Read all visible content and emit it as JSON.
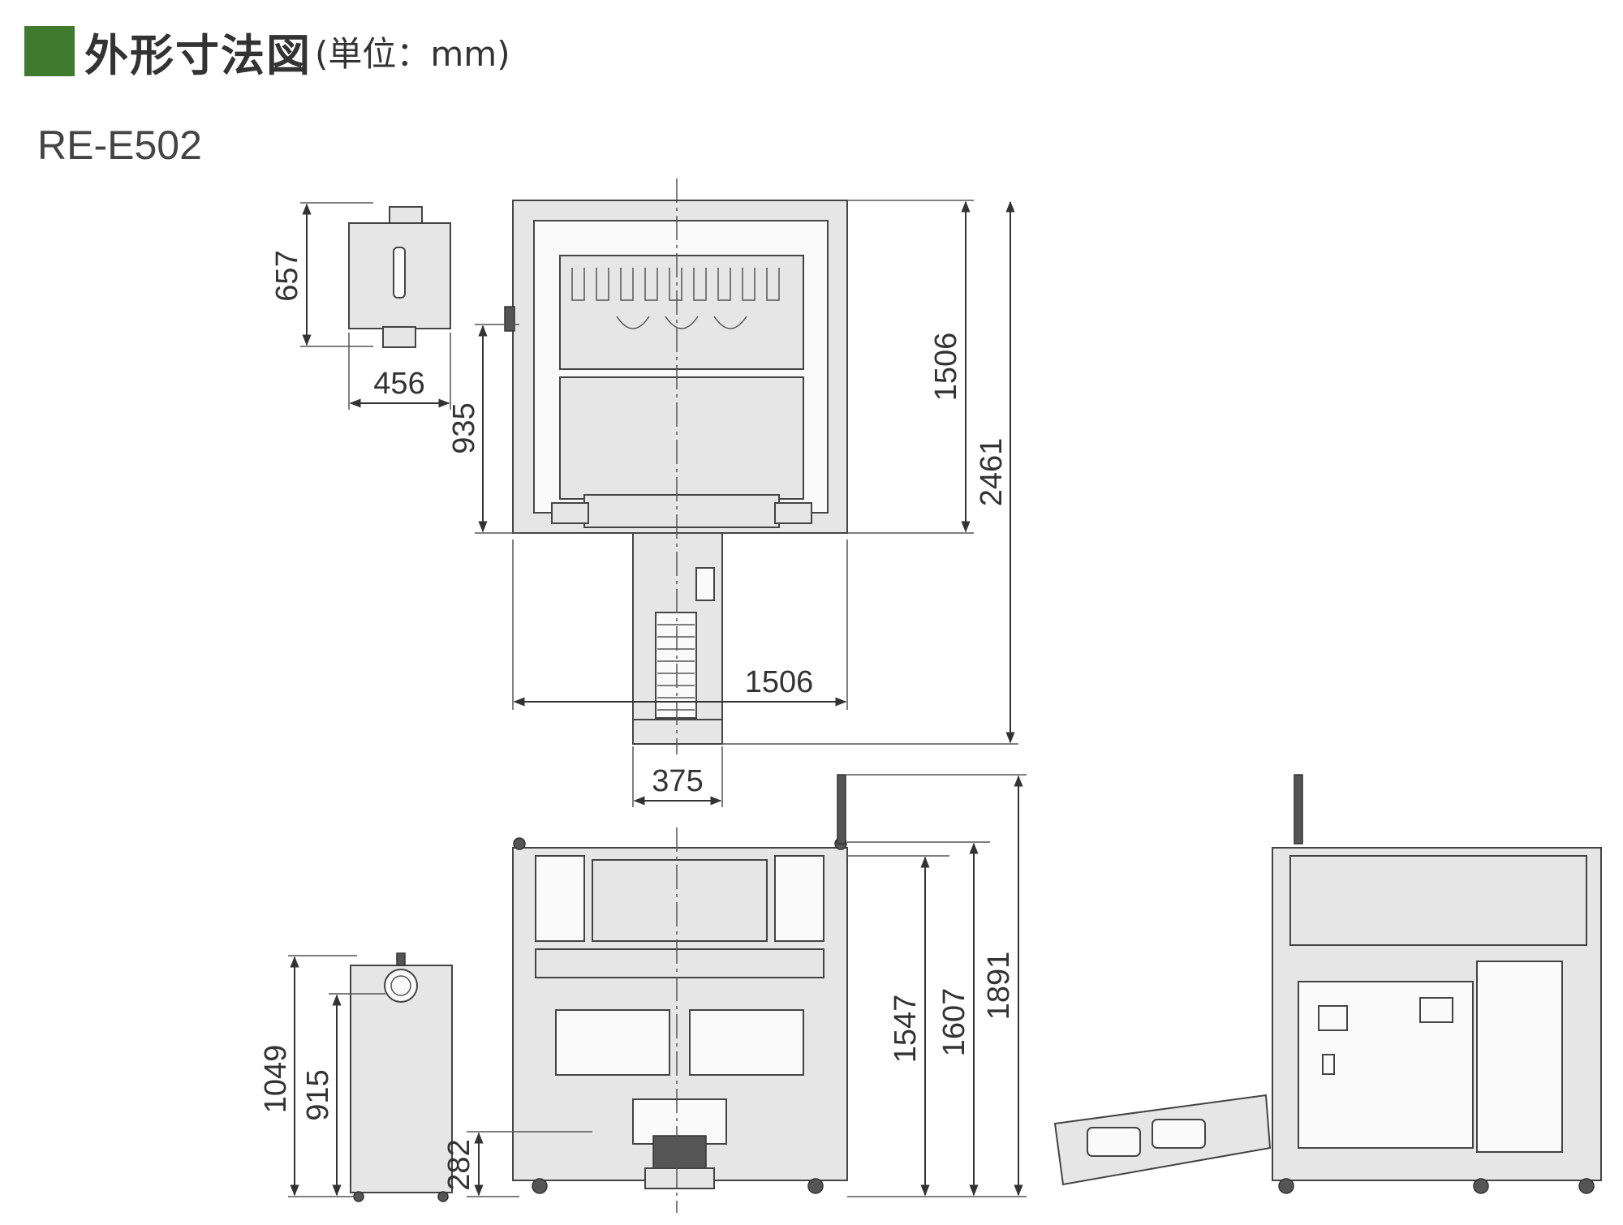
{
  "header": {
    "title": "外形寸法図",
    "unit": "(単位：mm)",
    "accent_color": "#3f7a2f"
  },
  "model": "RE-E502",
  "dimensions": {
    "top_hopper_depth": "657",
    "top_hopper_width": "456",
    "top_offset": "935",
    "top_body_depth": "1506",
    "top_overall_depth": "2461",
    "top_body_width": "1506",
    "top_chute_width": "375",
    "front_hopper_height": "1049",
    "front_hopper_inlet": "915",
    "front_outlet_height": "282",
    "front_body_1": "1547",
    "front_body_2": "1607",
    "front_overall_height": "1891"
  }
}
